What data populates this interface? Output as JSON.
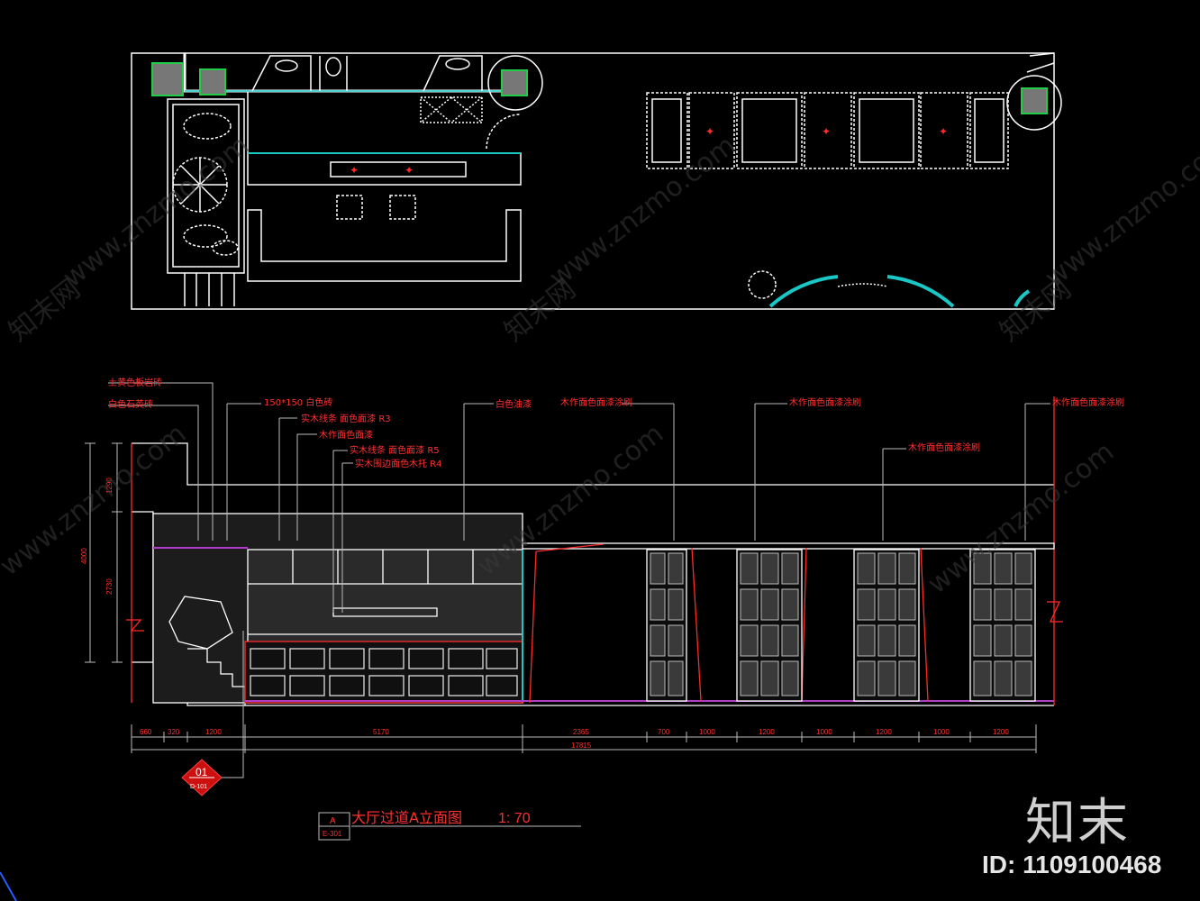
{
  "drawing": {
    "title": "大厅过道A立面图",
    "scale": "1: 70",
    "section_tag": {
      "letter": "A",
      "ref": "E-301"
    },
    "detail_tag": {
      "number": "01",
      "ref": "D-101"
    }
  },
  "annotations": [
    "土黄色板岩砖",
    "白色石英砖",
    "150*150 白色砖",
    "实木线条 面色面漆 R3",
    "木作面色面漆",
    "实木线条 面色面漆 R5",
    "实木围边面色木托 R4",
    "白色油漆",
    "木作面色面漆涂刷",
    "木作面色面漆涂刷",
    "木作面色面漆涂刷",
    "木作面色面漆涂刷"
  ],
  "vertical_dims": [
    "1290",
    "4000",
    "2730"
  ],
  "horizontal_dims": [
    "660",
    "320",
    "1200",
    "5170",
    "2365",
    "700",
    "1000",
    "1200",
    "1000",
    "1200",
    "1000",
    "1200"
  ],
  "total_dim": "17815",
  "watermark": "www.znzmo.com",
  "watermark_cn": "知末网",
  "logo": "知末",
  "image_id": "ID: 1109100468",
  "colors": {
    "background": "#000000",
    "line": "#ffffff",
    "accent_red": "#ff2a2a",
    "cyan": "#19c7c7",
    "magenta": "#b03cc8",
    "green": "#22cc44"
  }
}
